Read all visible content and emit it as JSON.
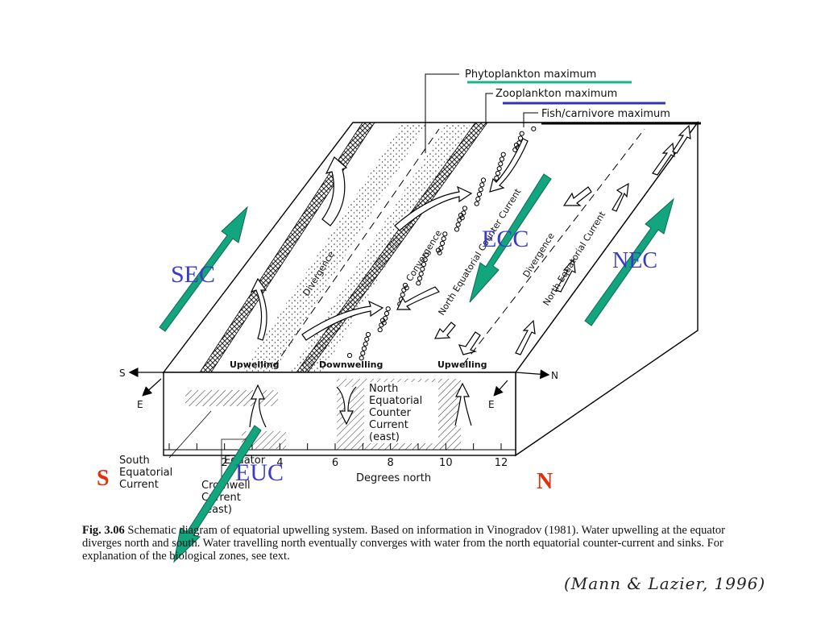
{
  "legend": {
    "phyto": "Phytoplankton maximum",
    "zoo": "Zooplankton maximum",
    "fish": "Fish/carnivore maximum"
  },
  "colors": {
    "phyto_line": "#19b58a",
    "zoo_line": "#3333aa",
    "fish_line": "#000000",
    "green_arrow": "#13a57d",
    "blue_label": "#3a3ac8",
    "red_label": "#e03010"
  },
  "surface_labels": {
    "divergence_1": "Divergence",
    "convergence": "Convergence",
    "counter_current": "North Equatorial Counter Current",
    "divergence_2": "Divergence",
    "north_eq_current": "North Equatorial Current"
  },
  "front_labels": {
    "upwelling_1": "Upwelling",
    "downwelling": "Downwelling",
    "upwelling_2": "Upwelling",
    "necc_lines": [
      "North",
      "Equatorial",
      "Counter",
      "Current",
      "(east)"
    ],
    "sec_lines": [
      "South",
      "Equatorial",
      "Current"
    ],
    "crom_lines": [
      "Equator",
      "Cromwell",
      "Current",
      "(east)"
    ]
  },
  "axis": {
    "s": "S",
    "n": "N",
    "e_left": "E",
    "e_right": "E",
    "ticks": [
      "2",
      "4",
      "6",
      "8",
      "10",
      "12"
    ],
    "title": "Degrees north"
  },
  "overlay": {
    "sec": "SEC",
    "ecc": "ECC",
    "nec": "NEC",
    "euc": "EUC",
    "s": "S",
    "n": "N"
  },
  "caption": {
    "fig": "Fig. 3.06",
    "text": "Schematic diagram of equatorial upwelling system. Based on information in Vinogradov (1981). Water upwelling at the equator diverges north and south. Water travelling north eventually converges with water from the north equatorial counter-current and sinks. For explanation of the biological zones, see text."
  },
  "citation": "(Mann & Lazier, 1996)"
}
